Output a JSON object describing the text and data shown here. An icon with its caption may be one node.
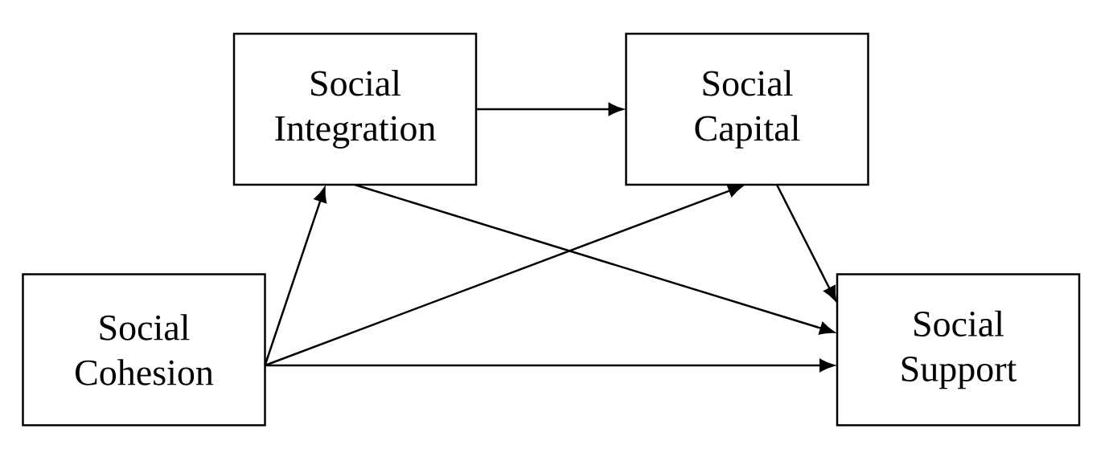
{
  "diagram": {
    "nodes": [
      {
        "text": [
          "Social Integration"
        ]
      },
      {
        "text": [
          "Social Capital"
        ]
      },
      {
        "text": [
          "Social Cohesion"
        ]
      },
      {
        "text": [
          "Social Support"
        ]
      }
    ],
    "edges": [
      {
        "from": 0,
        "to": 1,
        "arrow": "to"
      },
      {
        "from": 2,
        "to": 0,
        "arrow": "to"
      },
      {
        "from": 2,
        "to": 1,
        "arrow": "to"
      },
      {
        "from": 2,
        "to": 3,
        "arrow": "to"
      },
      {
        "from": 0,
        "to": 3,
        "arrow": "to"
      },
      {
        "from": 1,
        "to": 3,
        "arrow": "to"
      }
    ]
  }
}
